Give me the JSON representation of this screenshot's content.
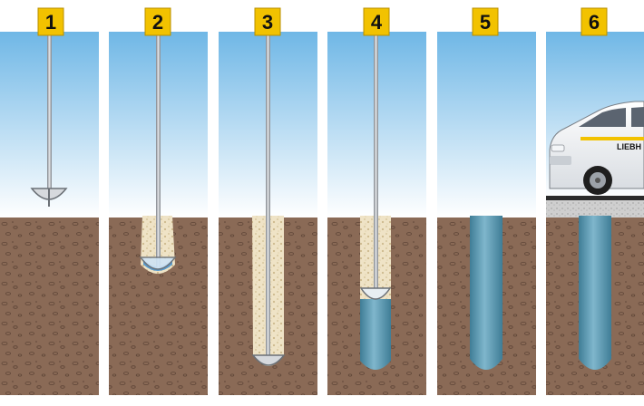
{
  "steps": [
    {
      "number": "1"
    },
    {
      "number": "2"
    },
    {
      "number": "3"
    },
    {
      "number": "4"
    },
    {
      "number": "5"
    },
    {
      "number": "6"
    }
  ],
  "van": {
    "logo_text": "LIEBH"
  },
  "colors": {
    "badge": "#f2c200",
    "sky_top": "#6fb7e6",
    "sky_bottom": "#ffffff",
    "soil": "#8a6a56",
    "sand": "#efe3c6",
    "concrete": "#5f9bb3",
    "rod": "#b8bcc2"
  }
}
